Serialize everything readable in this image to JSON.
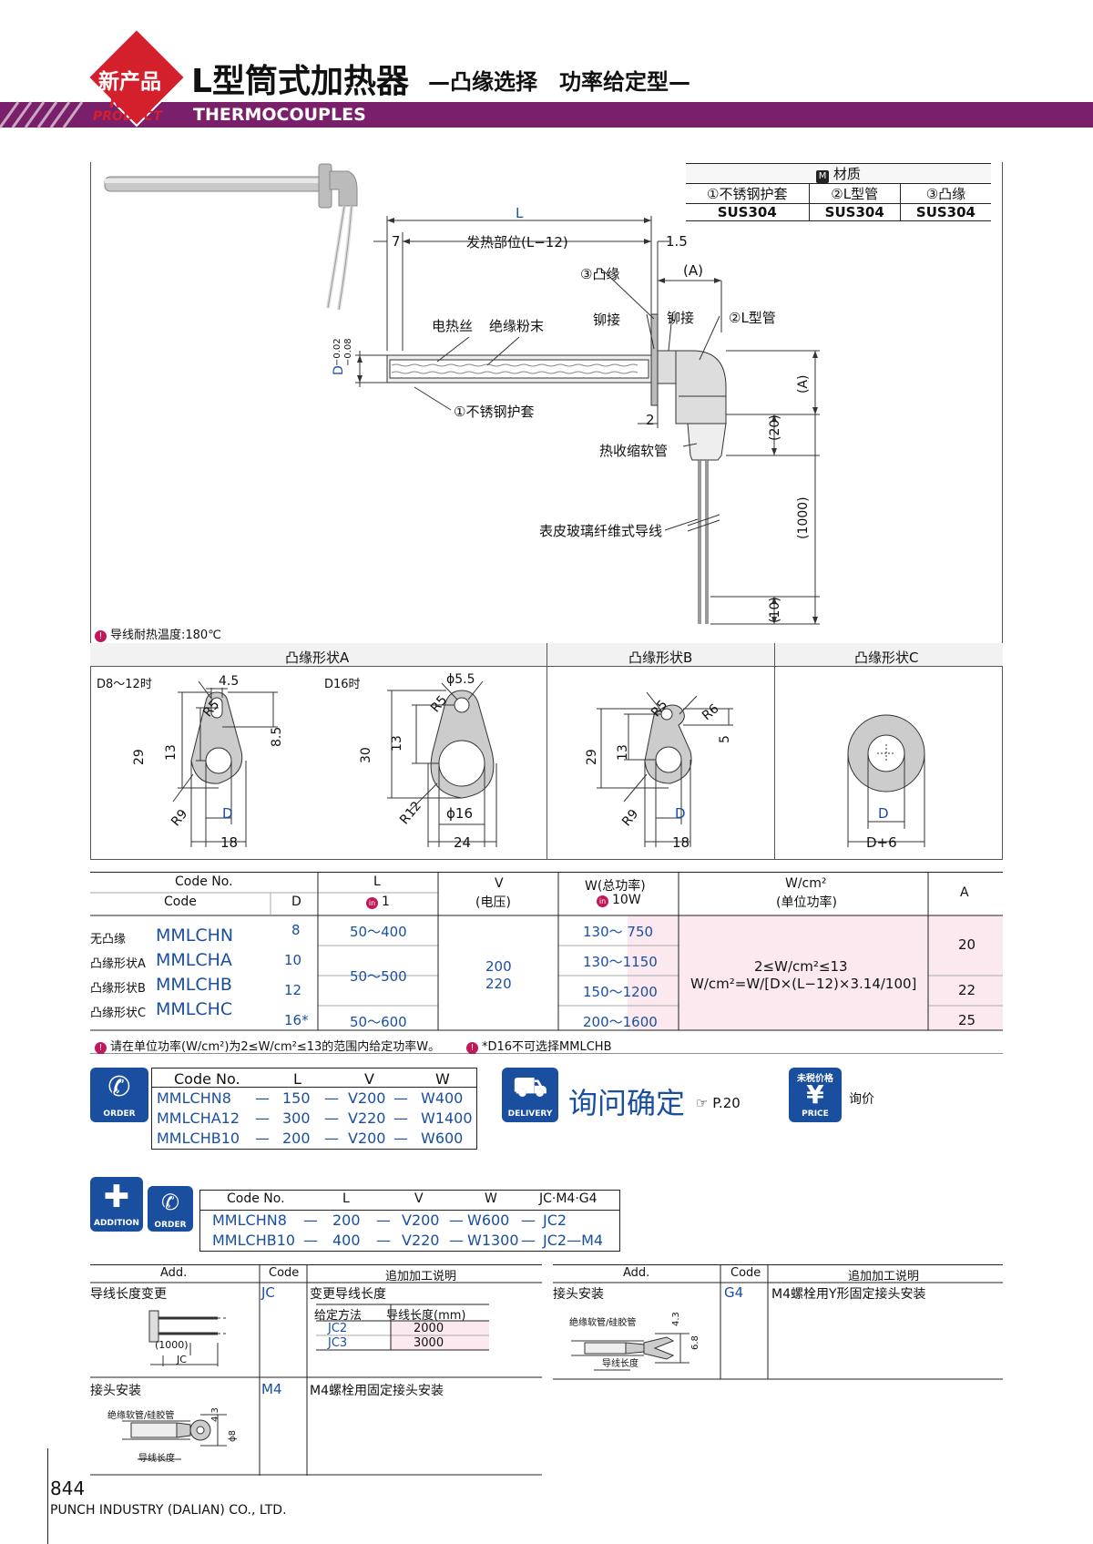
{
  "header": {
    "badge_cn": "新产品",
    "badge_en1": "NEW",
    "badge_en2": "PRODUCT",
    "title": "L型筒式加热器",
    "subtitle": "—凸缘选择　功率给定型—",
    "category": "THERMOCOUPLES",
    "colors": {
      "purple": "#7a1f6a",
      "red": "#d4202c",
      "blue": "#1a4fa0"
    }
  },
  "material": {
    "header_icon": "M",
    "header": "材质",
    "cols": [
      "①不锈钢护套",
      "②L型管",
      "③凸缘"
    ],
    "vals": [
      "SUS304",
      "SUS304",
      "SUS304"
    ]
  },
  "diagram": {
    "L": "L",
    "seven": "7",
    "heat_part": "发热部位(L−12)",
    "one_five": "1.5",
    "flange3": "③凸缘",
    "A_paren": "(A)",
    "rivet1": "铆接",
    "rivet2": "铆接",
    "ltube": "②L型管",
    "wire": "电热丝",
    "powder": "绝缘粉末",
    "sheath": "①不锈钢护套",
    "D_tol": "D",
    "tol_up": "−0.02",
    "tol_dn": "−0.08",
    "two": "2",
    "twenty": "(20)",
    "A_v": "(A)",
    "shrink": "热收缩软管",
    "leadwire": "表皮玻璃纤维式导线",
    "thousand": "(1000)",
    "ten": "(10)",
    "note": "导线耐热温度:180℃"
  },
  "flanges": {
    "A_title": "凸缘形状A",
    "B_title": "凸缘形状B",
    "C_title": "凸缘形状C",
    "A1_cond": "D8〜12时",
    "A2_cond": "D16时",
    "A1": {
      "w": "4.5",
      "r5": "R5",
      "h85": "8.5",
      "h29": "29",
      "h13": "13",
      "r9": "R9",
      "d": "D",
      "w18": "18"
    },
    "A2": {
      "phi": "ϕ5.5",
      "r5": "R5",
      "h30": "30",
      "h13": "13",
      "r12": "R12",
      "phi16": "ϕ16",
      "w24": "24"
    },
    "B": {
      "r5": "R5",
      "r6": "R6",
      "h5": "5",
      "h29": "29",
      "h13": "13",
      "r9": "R9",
      "d": "D",
      "w18": "18"
    },
    "C": {
      "d": "D",
      "dplus": "D+6"
    }
  },
  "spec": {
    "h_codeno": "Code No.",
    "h_code": "Code",
    "h_d": "D",
    "h_l": "L",
    "h_l_unit": "1",
    "h_v": "V",
    "h_v_sub": "(电压)",
    "h_w": "W(总功率)",
    "h_w_unit": "10W",
    "h_wcm": "W/cm²",
    "h_wcm_sub": "(单位功率)",
    "h_a": "A",
    "rows": [
      {
        "type": "无凸缘",
        "code": "MMLCHN",
        "d": "8"
      },
      {
        "type": "凸缘形状A",
        "code": "MMLCHA",
        "d": "10"
      },
      {
        "type": "凸缘形状B",
        "code": "MMLCHB",
        "d": "12"
      },
      {
        "type": "凸缘形状C",
        "code": "MMLCHC",
        "d": "16*"
      }
    ],
    "L": [
      "50〜400",
      "50〜500",
      "50〜600"
    ],
    "V": [
      "200",
      "220"
    ],
    "W": [
      "130〜 750",
      "130〜1150",
      "150〜1200",
      "200〜1600"
    ],
    "wcm1": "2≤W/cm²≤13",
    "wcm2": "W/cm²=W/[D×(L−12)×3.14/100]",
    "A": [
      "20",
      "22",
      "25"
    ],
    "note1": "请在单位功率(W/cm²)为2≤W/cm²≤13的范围内给定功率W。",
    "note2": "*D16不可选择MMLCHB"
  },
  "order": {
    "icon_label": "ORDER",
    "headers": [
      "Code No.",
      "L",
      "V",
      "W"
    ],
    "rows": [
      [
        "MMLCHN8",
        "—",
        "150",
        "—",
        "V200",
        "—",
        "W400"
      ],
      [
        "MMLCHA12",
        "—",
        "300",
        "—",
        "V220",
        "—",
        "W1400"
      ],
      [
        "MMLCHB10",
        "—",
        "200",
        "—",
        "V200",
        "—",
        "W600"
      ]
    ]
  },
  "delivery": {
    "icon_label": "DELIVERY",
    "text": "询问确定",
    "ref": "☞ P.20"
  },
  "price": {
    "icon_top": "未税价格",
    "icon_label": "PRICE",
    "text": "询价"
  },
  "addition": {
    "icon1": "ADDITION",
    "icon2": "ORDER",
    "headers": [
      "Code No.",
      "L",
      "V",
      "W",
      "JC·M4·G4"
    ],
    "rows": [
      [
        "MMLCHN8",
        "—",
        "200",
        "—",
        "V200",
        "—",
        "W600",
        "—",
        "JC2"
      ],
      [
        "MMLCHB10",
        "—",
        "400",
        "—",
        "V220",
        "—",
        "W1300",
        "—",
        "JC2—M4"
      ]
    ]
  },
  "add_left": {
    "h_add": "Add.",
    "h_code": "Code",
    "h_desc": "追加加工说明",
    "r1_name": "导线长度变更",
    "r1_code": "JC",
    "r1_desc": "变更导线长度",
    "r1_t_h1": "给定方法",
    "r1_t_h2": "导线长度(mm)",
    "r1_t_rows": [
      [
        "JC2",
        "2000"
      ],
      [
        "JC3",
        "3000"
      ]
    ],
    "r1_fig_1000": "(1000)",
    "r1_fig_jc": "JC",
    "r2_name": "接头安装",
    "r2_code": "M4",
    "r2_desc": "M4螺栓用固定接头安装",
    "r2_fig_tube": "绝缘软管/硅胶管",
    "r2_fig_len": "导线长度",
    "r2_fig_43": "4.3",
    "r2_fig_8": "ϕ8"
  },
  "add_right": {
    "h_add": "Add.",
    "h_code": "Code",
    "h_desc": "追加加工说明",
    "r1_name": "接头安装",
    "r1_code": "G4",
    "r1_desc": "M4螺栓用Y形固定接头安装",
    "r1_fig_tube": "绝缘软管/硅胶管",
    "r1_fig_len": "导线长度",
    "r1_fig_43": "4.3",
    "r1_fig_68": "6.8"
  },
  "footer": {
    "page": "844",
    "company": "PUNCH INDUSTRY (DALIAN) CO., LTD."
  }
}
